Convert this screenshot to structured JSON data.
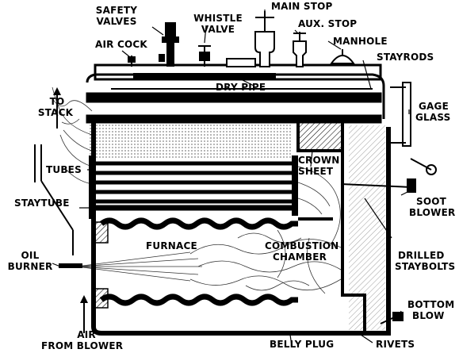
{
  "labels": {
    "safety_valves_1": "SAFETY",
    "safety_valves_2": "VALVES",
    "whistle_valve_1": "WHISTLE",
    "whistle_valve_2": "VALVE",
    "main_stop": "MAIN STOP",
    "aux_stop": "AUX. STOP",
    "air_cock": "AIR COCK",
    "manhole": "MANHOLE",
    "stayrods": "STAYRODS",
    "dry_pipe": "DRY PIPE",
    "to_stack_1": "TO",
    "to_stack_2": "STACK",
    "gage_glass_1": "GAGE",
    "gage_glass_2": "GLASS",
    "tubes": "TUBES",
    "crown_sheet_1": "CROWN",
    "crown_sheet_2": "SHEET",
    "staytube": "STAYTUBE",
    "soot_blower_1": "SOOT",
    "soot_blower_2": "BLOWER",
    "furnace": "FURNACE",
    "combustion_chamber_1": "COMBUSTION",
    "combustion_chamber_2": "CHAMBER",
    "oil_burner_1": "OIL",
    "oil_burner_2": "BURNER",
    "drilled_staybolts_1": "DRILLED",
    "drilled_staybolts_2": "STAYBOLTS",
    "air_from_blower_1": "AIR",
    "air_from_blower_2": "FROM BLOWER",
    "belly_plug": "BELLY PLUG",
    "bottom_blow_1": "BOTTOM",
    "bottom_blow_2": "BLOW",
    "rivets": "RIVETS"
  }
}
